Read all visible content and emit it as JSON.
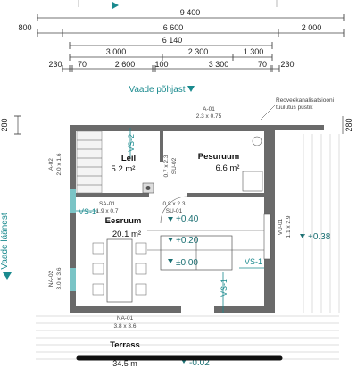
{
  "dims": {
    "total": "9 400",
    "row2": [
      "800",
      "6 600",
      "2 000"
    ],
    "row3": "6 140",
    "row4": [
      "3 000",
      "2 300",
      "1 300"
    ],
    "row5": [
      "230",
      "70",
      "2 600",
      "100",
      "3 300",
      "70",
      "230"
    ],
    "vert_top_left": "280",
    "vert_top_right": "280"
  },
  "view_north": "Vaade põhjast",
  "view_west": "Vaade läänest",
  "ventilation_note": [
    "Reoveekanalisatsiooni",
    "tuulutus püstik"
  ],
  "rooms": {
    "leil": {
      "name": "Leil",
      "area": "5.2 m²"
    },
    "pesuruum": {
      "name": "Pesuruum",
      "area": "6.6 m²"
    },
    "eesruum": {
      "name": "Eesruum",
      "area": "20.1 m²"
    },
    "terrass": {
      "name": "Terrass"
    }
  },
  "openings": {
    "a01": {
      "code": "A-01",
      "size": "2.3 x 0.75"
    },
    "a02": {
      "code": "A-02",
      "size": "2.0 x 1.6"
    },
    "su01": {
      "code": "SU-01",
      "size": "0.8 x 2.3"
    },
    "su02": {
      "code": "SU-02",
      "size": "0.7 x 2.3"
    },
    "sa01": {
      "code": "SA-01",
      "size": "1.9 x 0.7"
    },
    "na02": {
      "code": "NA-02",
      "size": "3.0 x 3.6"
    },
    "vu01": {
      "code": "VU-01",
      "size": "1.1 x 2.9"
    },
    "na01": {
      "code": "NA-01",
      "size": "3.8 x 3.6"
    }
  },
  "sections": {
    "vs1": "VS-1",
    "vs2": "VS-2"
  },
  "levels": {
    "l1": "+0.40",
    "l2": "+0.20",
    "l3": "±0.00",
    "l4": "+0.38",
    "l5": "-0.02"
  },
  "bottom_dim": "34.5 m"
}
